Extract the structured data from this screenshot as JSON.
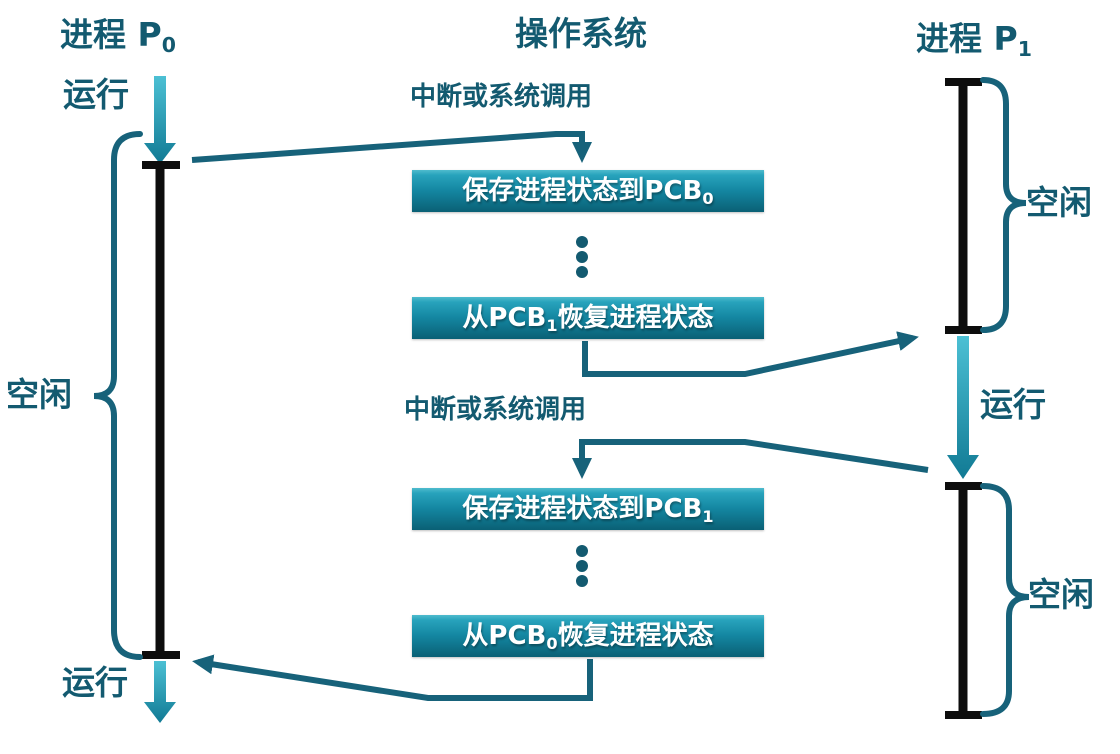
{
  "os_title": "操作系统",
  "p0": {
    "title_pre": "进程 P",
    "title_sub": "0",
    "run_top": "运行",
    "idle": "空闲",
    "run_bottom": "运行"
  },
  "p1": {
    "title_pre": "进程 P",
    "title_sub": "1",
    "idle_top": "空闲",
    "run": "运行",
    "idle_bottom": "空闲"
  },
  "interrupts": {
    "first": "中断或系统调用",
    "second": "中断或系统调用"
  },
  "boxes": {
    "save_p0": {
      "pre": "保存进程状态到PCB",
      "sub": "0",
      "post": ""
    },
    "restore_p1": {
      "pre": "从PCB",
      "sub": "1",
      "post": "恢复进程状态"
    },
    "save_p1": {
      "pre": "保存进程状态到PCB",
      "sub": "1",
      "post": ""
    },
    "restore_p0": {
      "pre": "从PCB",
      "sub": "0",
      "post": "恢复进程状态"
    }
  },
  "colors": {
    "background": "#ffffff",
    "label_text": "#135a70",
    "connector_line": "#17627a",
    "timeline_black": "#0d0d0d",
    "box_gradient_top": "#4fbccd",
    "box_gradient_bottom": "#0a6075",
    "box_text": "#ffffff",
    "run_arrow_gradient_top": "#4cc0d4",
    "run_arrow_gradient_bottom": "#117a94"
  }
}
